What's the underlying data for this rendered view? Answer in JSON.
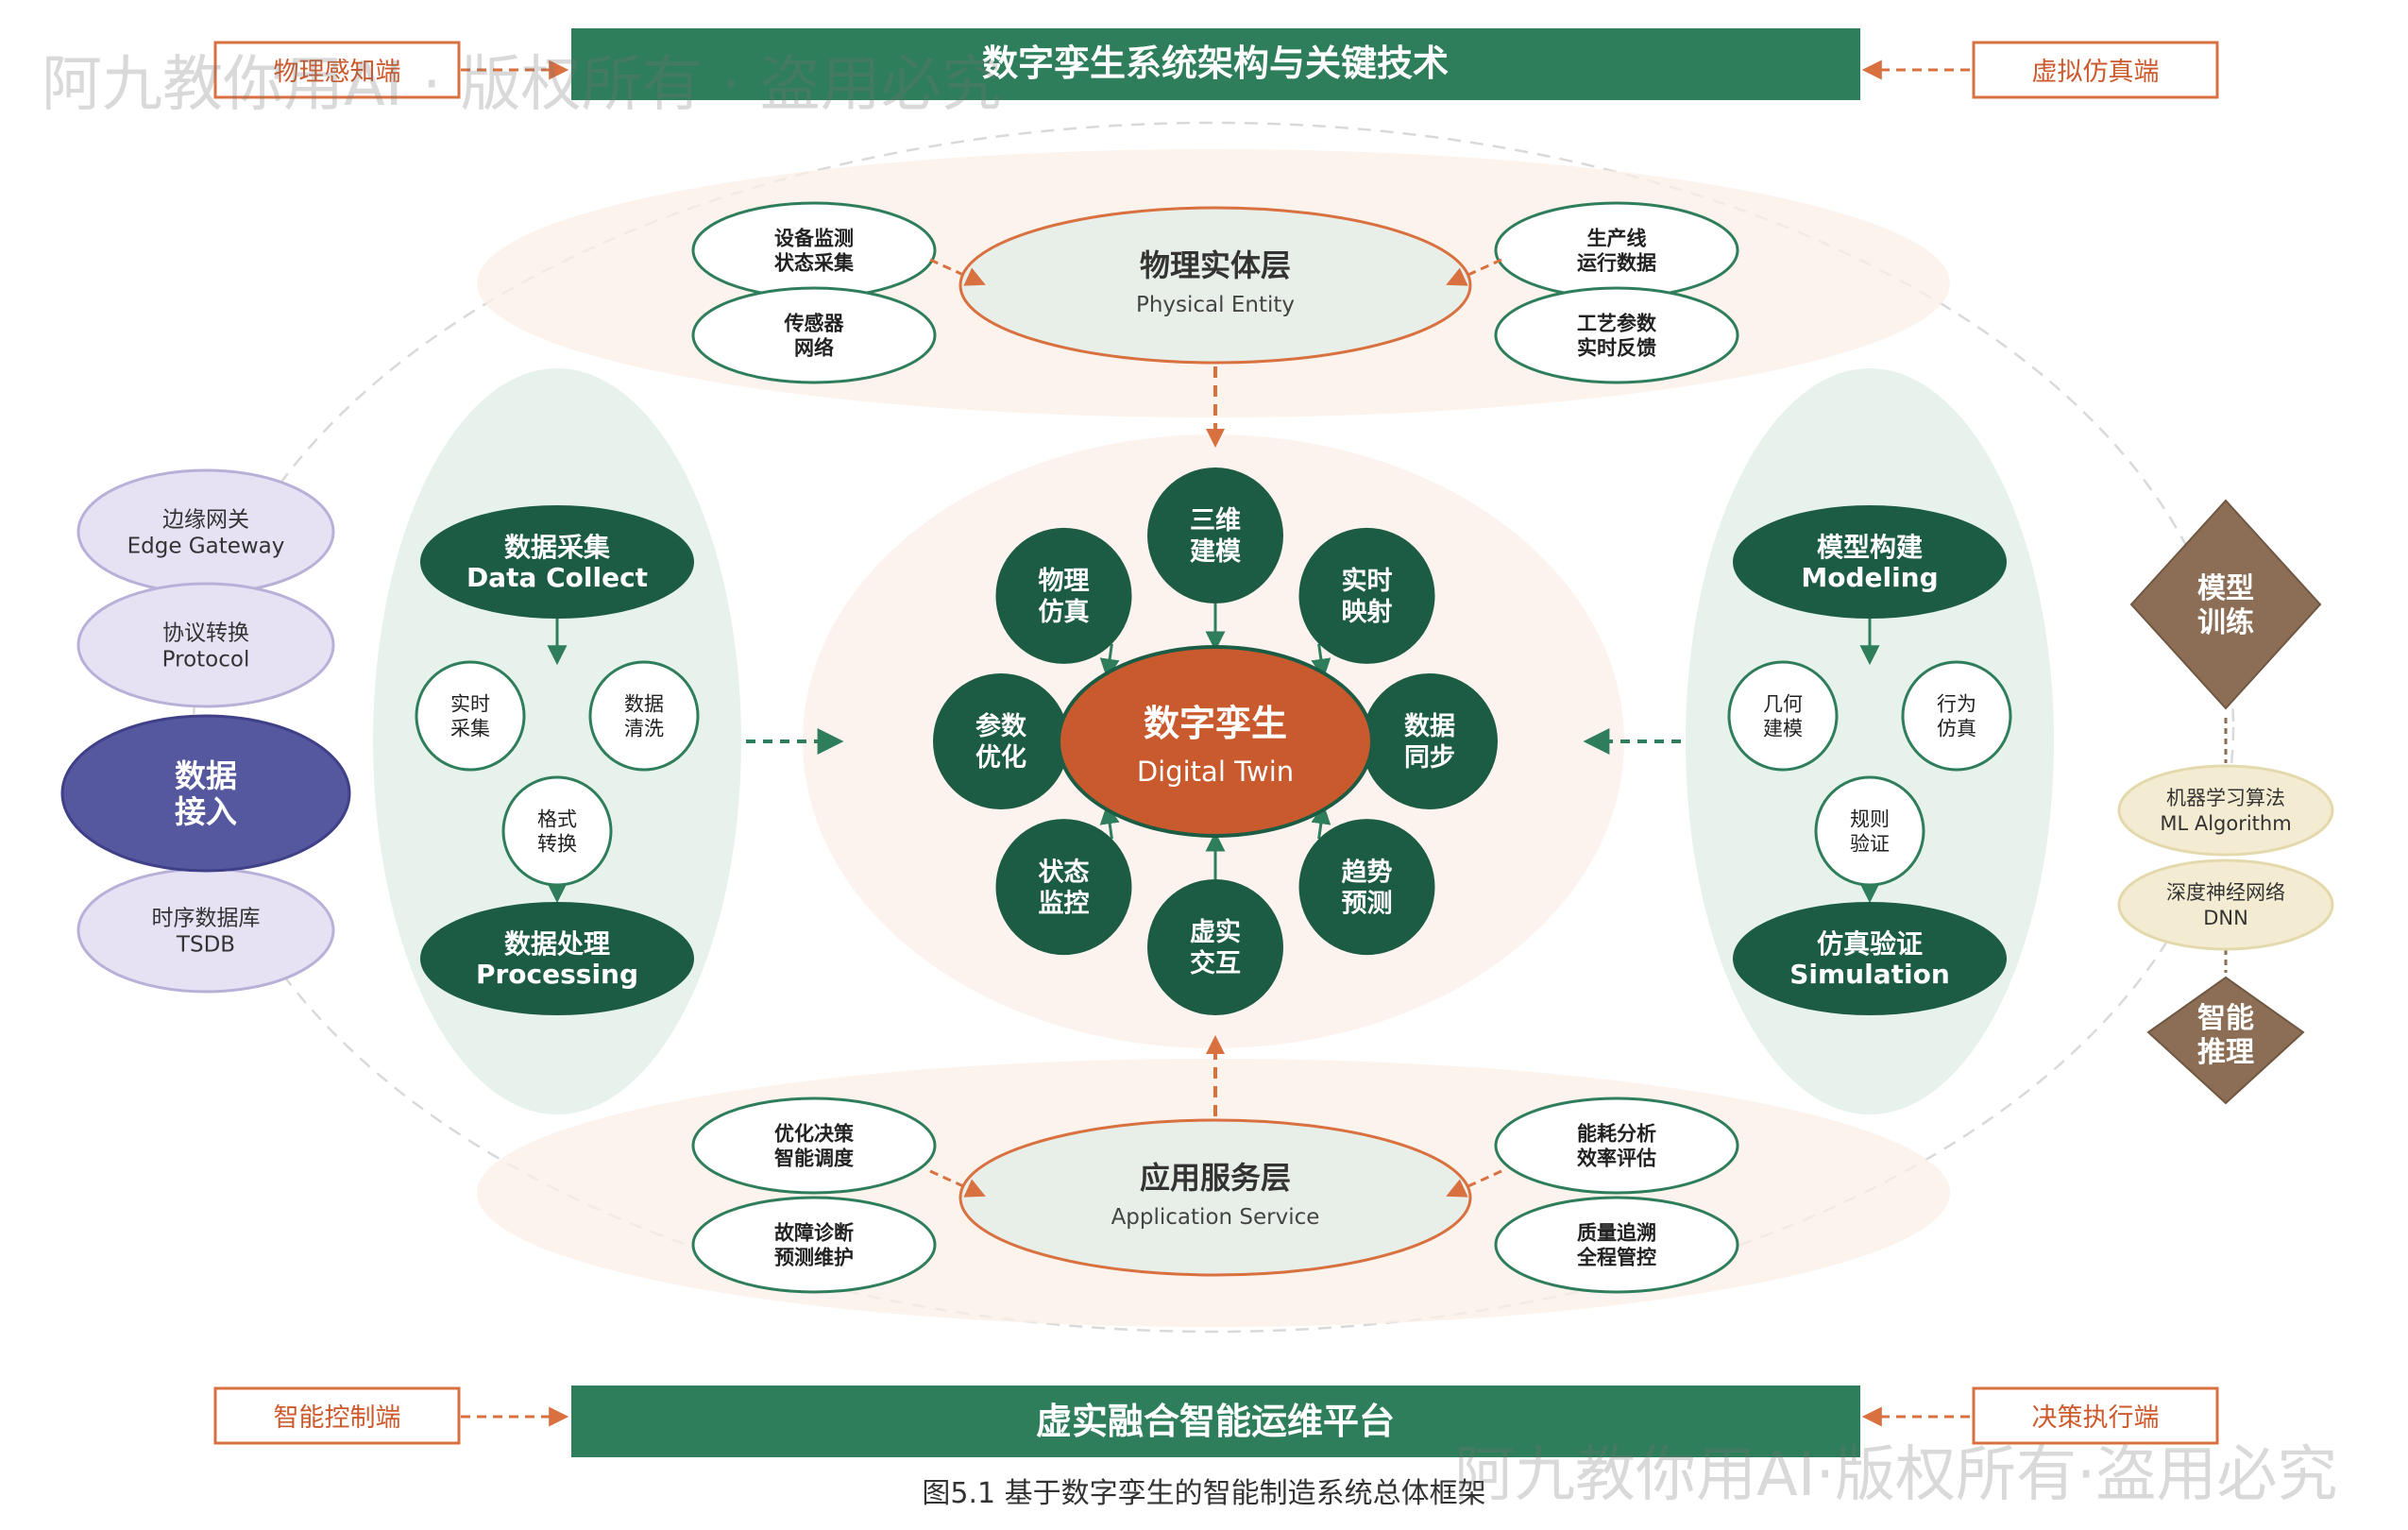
{
  "colors": {
    "green": "#2e7d5b",
    "dark_green": "#1d5c44",
    "orange": "#cc5a2d",
    "orange_line": "#d9703f",
    "purple": "#5a5aa6",
    "light_purple": "#e6e2f4",
    "brown": "#8b6e55",
    "cream": "#f4ecd2",
    "mint": "#e4efe9",
    "peach": "#fbeee6"
  },
  "header": {
    "top_title": "数字孪生系统架构与关键技术",
    "bottom_title": "虚实融合智能运维平台",
    "top_left_tag": "物理感知端",
    "top_right_tag": "虚拟仿真端",
    "bottom_left_tag": "智能控制端",
    "bottom_right_tag": "决策执行端"
  },
  "physical_layer": {
    "title": "物理实体层",
    "subtitle": "Physical Entity",
    "left": [
      [
        "设备监测",
        "状态采集"
      ],
      [
        "传感器",
        "网络"
      ]
    ],
    "right": [
      [
        "生产线",
        "运行数据"
      ],
      [
        "工艺参数",
        "实时反馈"
      ]
    ]
  },
  "application_layer": {
    "title": "应用服务层",
    "subtitle": "Application Service",
    "left": [
      [
        "优化决策",
        "智能调度"
      ],
      [
        "故障诊断",
        "预测维护"
      ]
    ],
    "right": [
      [
        "能耗分析",
        "效率评估"
      ],
      [
        "质量追溯",
        "全程管控"
      ]
    ]
  },
  "core": {
    "title": "数字孪生",
    "subtitle": "Digital Twin",
    "satellites": [
      [
        "三维",
        "建模"
      ],
      [
        "实时",
        "映射"
      ],
      [
        "数据",
        "同步"
      ],
      [
        "趋势",
        "预测"
      ],
      [
        "虚实",
        "交互"
      ],
      [
        "状态",
        "监控"
      ],
      [
        "参数",
        "优化"
      ],
      [
        "物理",
        "仿真"
      ]
    ]
  },
  "data_panel": {
    "top": [
      "数据采集",
      "Data Collect"
    ],
    "bottom": [
      "数据处理",
      "Processing"
    ],
    "small": [
      [
        "实时",
        "采集"
      ],
      [
        "数据",
        "清洗"
      ],
      [
        "格式",
        "转换"
      ]
    ]
  },
  "model_panel": {
    "top": [
      "模型构建",
      "Modeling"
    ],
    "bottom": [
      "仿真验证",
      "Simulation"
    ],
    "small": [
      [
        "几何",
        "建模"
      ],
      [
        "行为",
        "仿真"
      ],
      [
        "规则",
        "验证"
      ]
    ]
  },
  "left_stack": {
    "items": [
      [
        "边缘网关",
        "Edge Gateway"
      ],
      [
        "协议转换",
        "Protocol"
      ],
      [
        "时序数据库",
        "TSDB"
      ]
    ],
    "main": [
      "数据",
      "接入"
    ]
  },
  "right_stack": {
    "top": [
      "模型",
      "训练"
    ],
    "items": [
      [
        "机器学习算法",
        "ML Algorithm"
      ],
      [
        "深度神经网络",
        "DNN"
      ]
    ],
    "bottom": [
      "智能",
      "推理"
    ]
  },
  "caption": "图5.1 基于数字孪生的智能制造系统总体框架",
  "watermark": "阿九教你用AI · 版权所有 · 盗用必究",
  "watermark2": "阿九教你用AI·版权所有·盗用必究"
}
